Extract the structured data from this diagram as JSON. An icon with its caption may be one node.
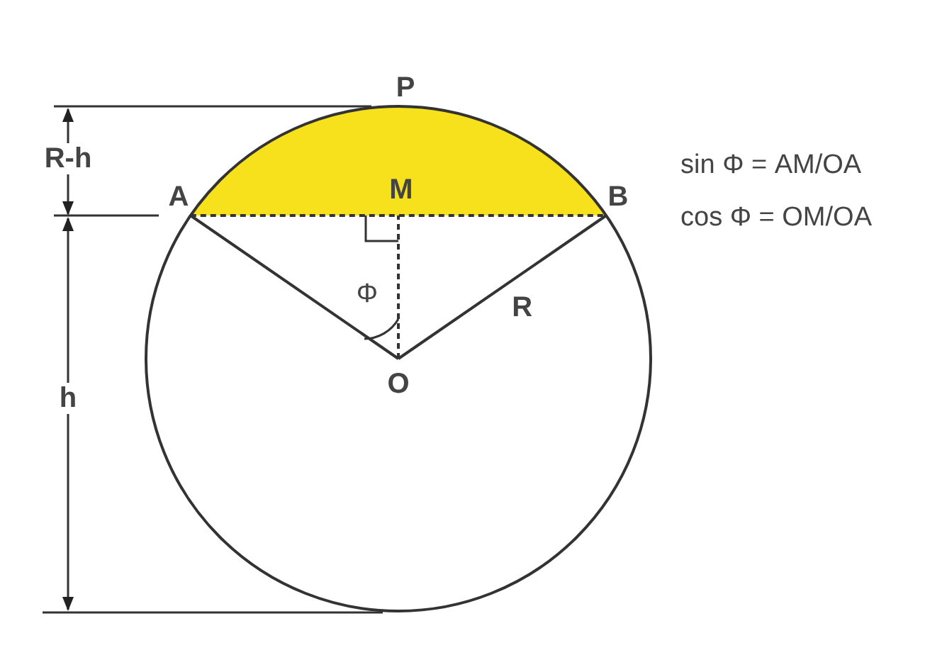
{
  "diagram": {
    "nodes": [
      {
        "text": [
          "P"
        ]
      },
      {
        "text": [
          "A"
        ]
      },
      {
        "text": [
          "M"
        ]
      },
      {
        "text": [
          "B"
        ]
      },
      {
        "text": [
          "O"
        ]
      }
    ],
    "edges": [
      {
        "from": 1,
        "to": 3,
        "arrow": "none",
        "style": "dashed"
      },
      {
        "from": 4,
        "to": 1,
        "arrow": "none"
      },
      {
        "from": 4,
        "to": 3,
        "arrow": "none",
        "label": "R"
      },
      {
        "from": 4,
        "to": 2,
        "arrow": "none",
        "style": "dashed"
      }
    ],
    "labels": [
      "R-h",
      "sin Φ = AM/OA",
      "cos Φ = OM/OA",
      "Φ",
      "h"
    ]
  }
}
